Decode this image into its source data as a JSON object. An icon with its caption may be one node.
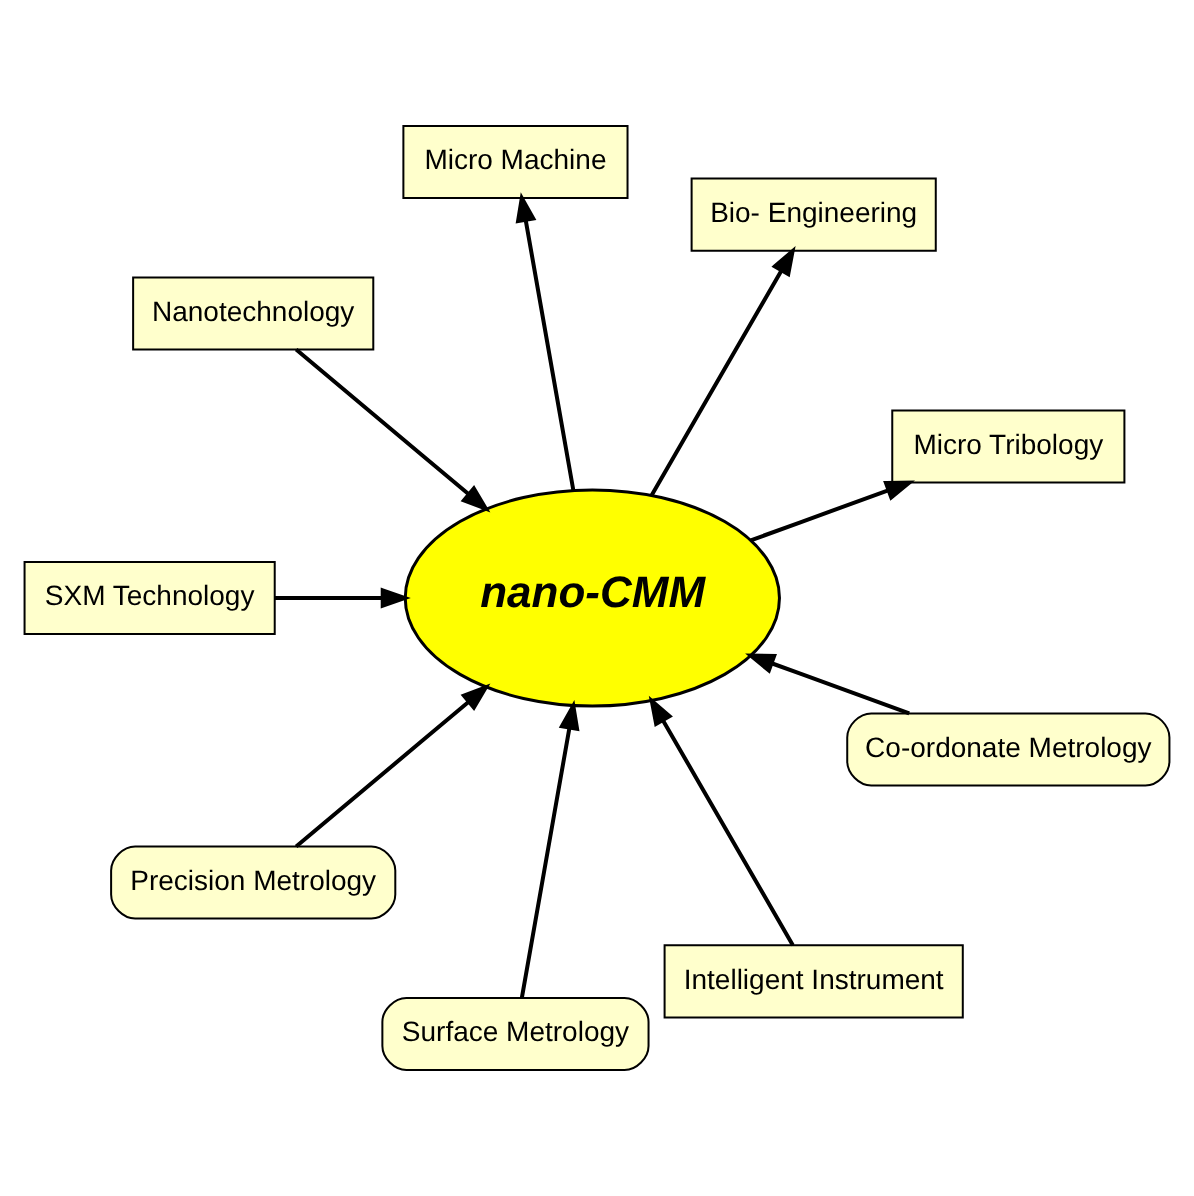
{
  "diagram": {
    "nodes": [
      {
        "text": [
          "Nanotechnology"
        ]
      },
      {
        "text": [
          "SXM Technology"
        ]
      },
      {
        "text": [
          "Precision Metrology"
        ]
      },
      {
        "text": [
          "Surface Metrology"
        ]
      },
      {
        "text": [
          "Intelligent Instrument"
        ]
      },
      {
        "text": [
          "Co-ordonate Metrology"
        ]
      },
      {
        "text": [
          "nano-CMM"
        ]
      },
      {
        "text": [
          "Micro Tribology"
        ]
      },
      {
        "text": [
          "Bio- Engineering"
        ]
      },
      {
        "text": [
          "Micro Machine"
        ]
      }
    ],
    "edges": [
      {
        "from": 0,
        "to": 6,
        "arrow": "to"
      },
      {
        "from": 1,
        "to": 6,
        "arrow": "to"
      },
      {
        "from": 2,
        "to": 6,
        "arrow": "to"
      },
      {
        "from": 3,
        "to": 6,
        "arrow": "to"
      },
      {
        "from": 4,
        "to": 6,
        "arrow": "to"
      },
      {
        "from": 5,
        "to": 6,
        "arrow": "to"
      },
      {
        "from": 6,
        "to": 7,
        "arrow": "to"
      },
      {
        "from": 6,
        "to": 8,
        "arrow": "to"
      },
      {
        "from": 6,
        "to": 9,
        "arrow": "to"
      }
    ]
  }
}
